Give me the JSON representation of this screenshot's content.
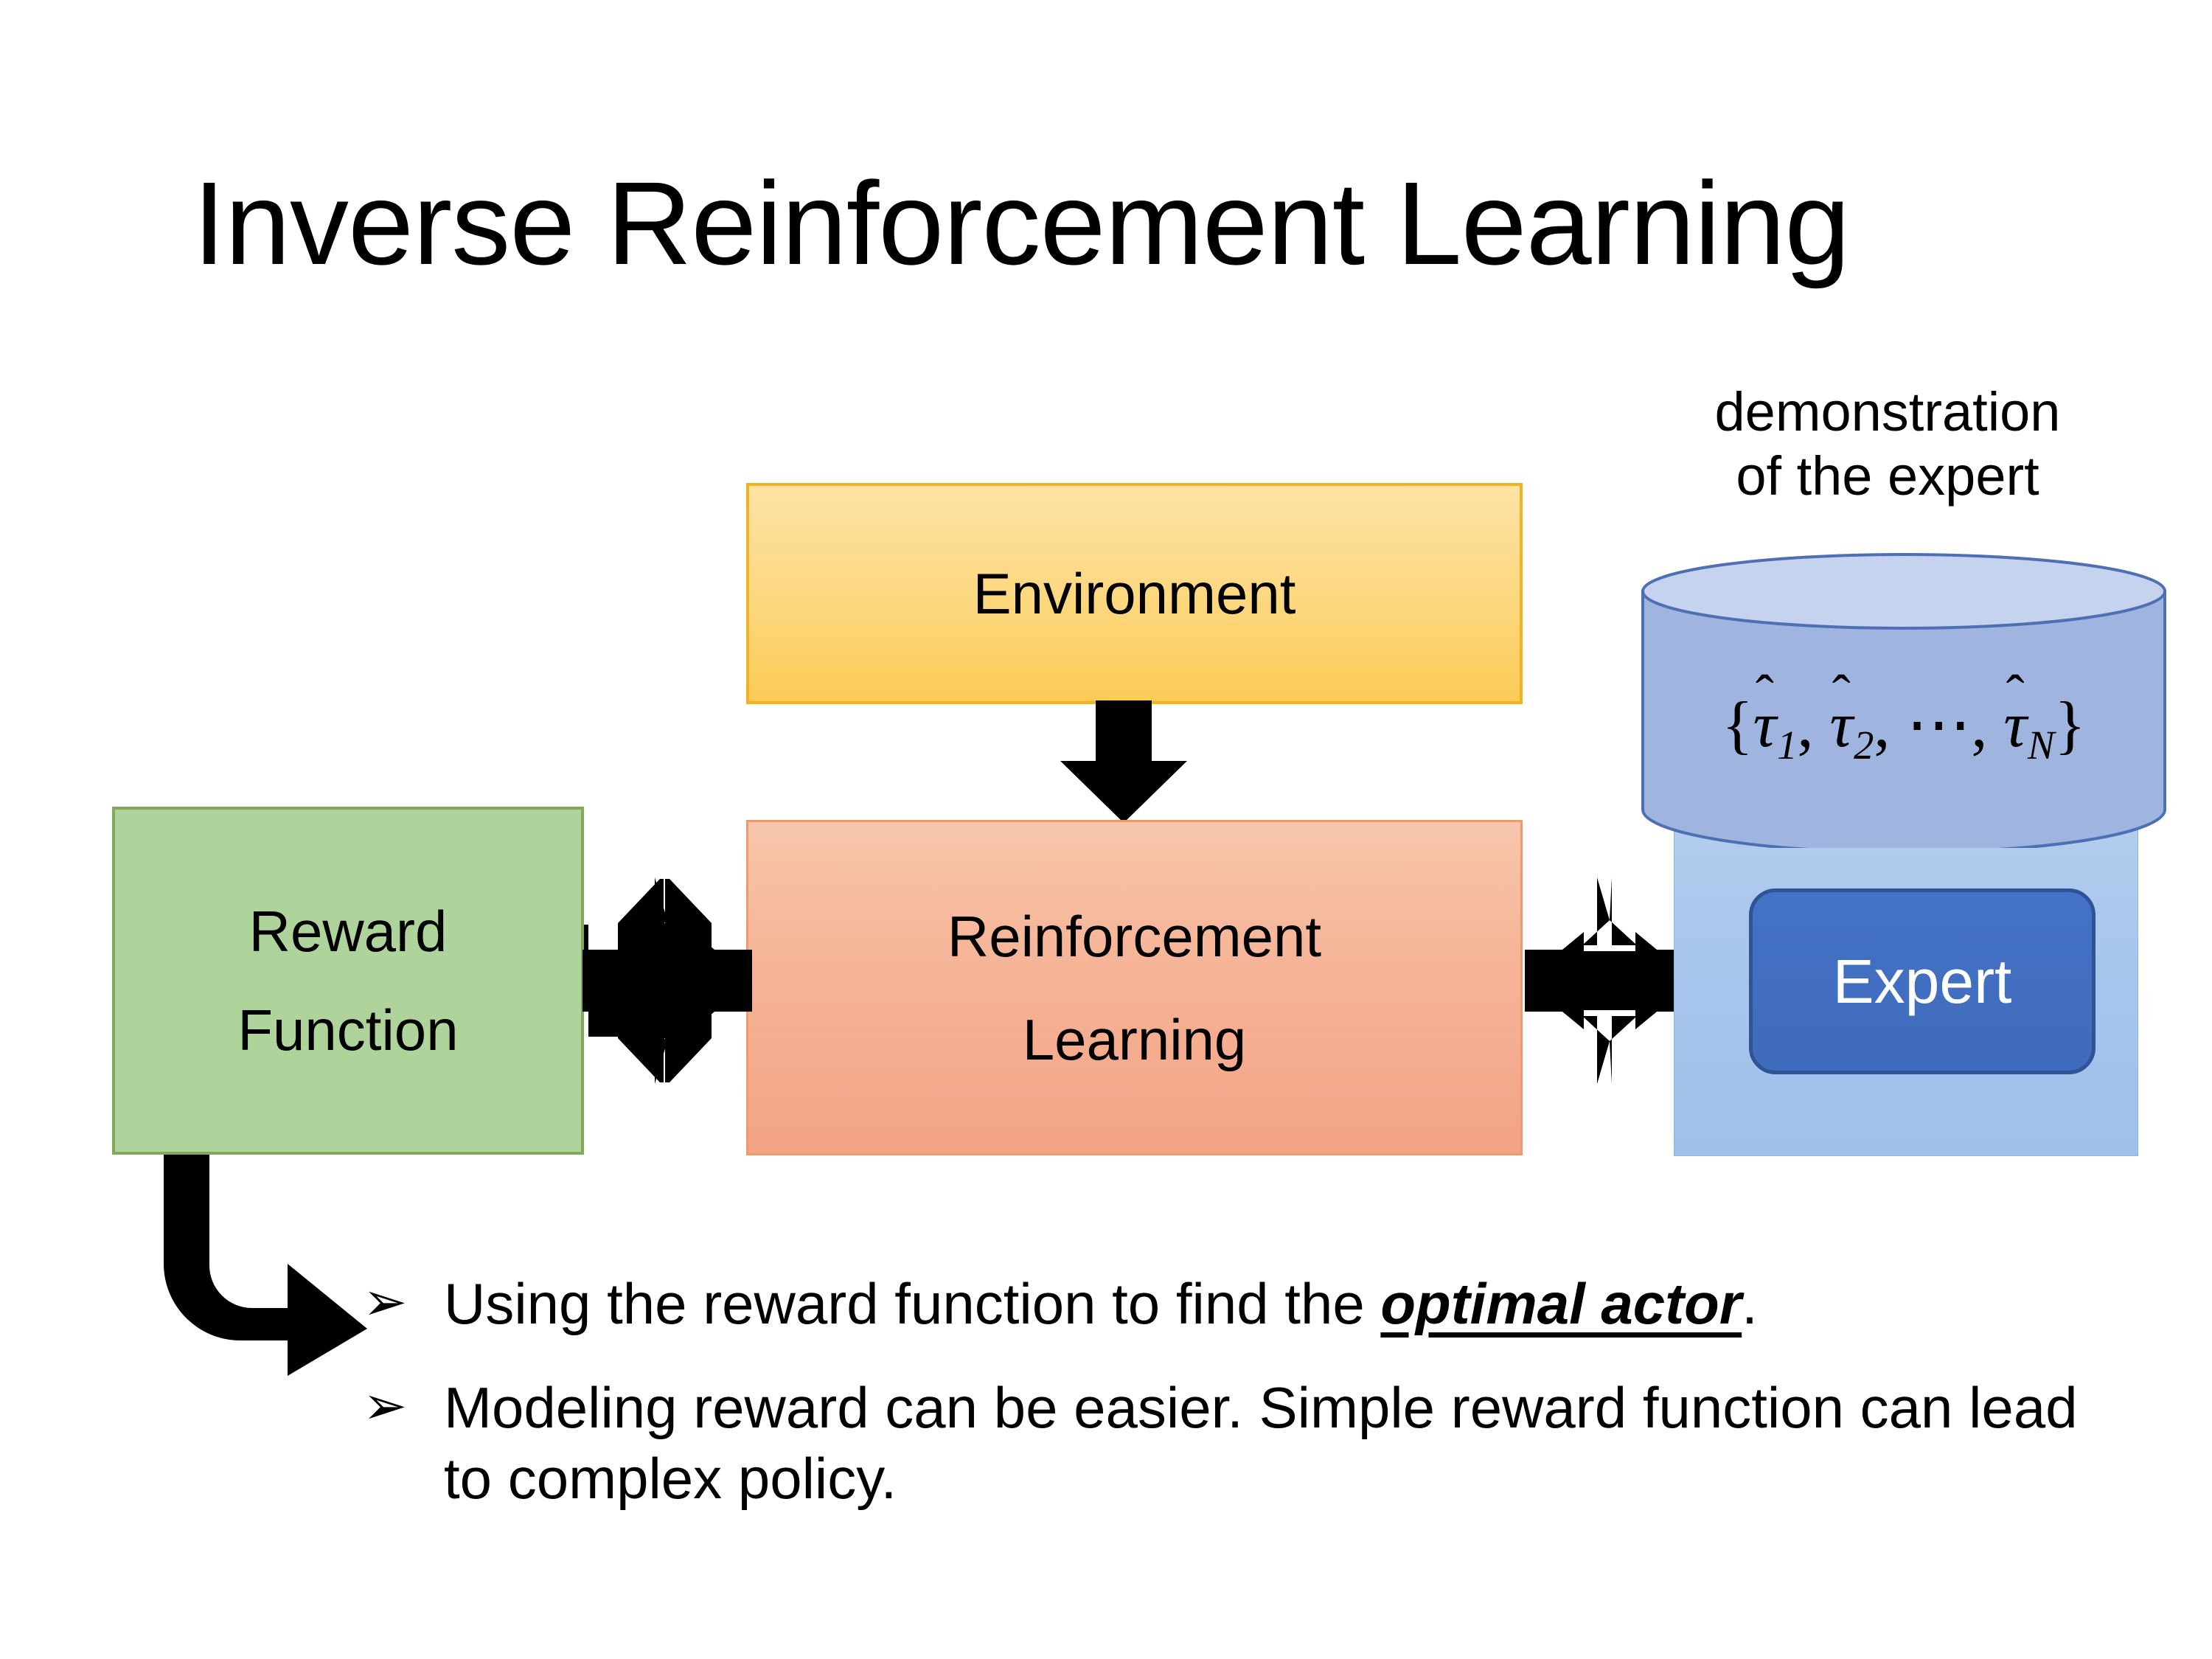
{
  "slide": {
    "title": "Inverse Reinforcement Learning",
    "background_color": "#FFFFFF"
  },
  "diagram": {
    "environment_box": {
      "label": "Environment",
      "fill_top": "#FDE2A6",
      "fill_bottom": "#FBCB56",
      "border_color": "#F0B323"
    },
    "reinforcement_learning_box": {
      "label_line1": "Reinforcement",
      "label_line2": "Learning",
      "fill_top": "#F7C6AC",
      "fill_bottom": "#F4A385",
      "border_color": "#ED9B6E"
    },
    "reward_function_box": {
      "label_line1": "Reward",
      "label_line2": "Function",
      "fill": "#AFD49B",
      "border_color": "#7FA95D"
    },
    "demonstration_caption": {
      "line1": "demonstration",
      "line2": "of the expert"
    },
    "trajectory_cylinder": {
      "formula_open": "{",
      "tau_symbol": "τ",
      "hat_symbol": "̂",
      "sub_1": "1",
      "sub_2": "2",
      "sub_N": "N",
      "comma": ",",
      "ellipsis": "⋯",
      "formula_close": "}",
      "formula_plain": "{τ̂1, τ̂2, ⋯, τ̂N}",
      "body_fill": "#9FB4DE",
      "top_fill": "#C5D3EE",
      "stroke": "#4F6FB5"
    },
    "expert_panel": {
      "fill_top": "#B4CDEE",
      "fill_bottom": "#9FC0EA"
    },
    "expert_button": {
      "label": "Expert",
      "fill": "#4472C4",
      "border_color": "#2F5496",
      "text_color": "#FFFFFF"
    },
    "connectors": {
      "environment_to_rl": "down-arrow",
      "reward_to_rl": "four-way-arrow",
      "rl_to_expert": "four-way-arrow",
      "reward_to_bullets": "elbow-arrow",
      "arrow_color": "#000000"
    }
  },
  "bullets": [
    {
      "marker": "➢",
      "text_before": "Using the reward function to find the ",
      "emphasis": "optimal actor",
      "text_after": "."
    },
    {
      "marker": "➢",
      "text_before": "Modeling reward can be easier. Simple reward function can lead to complex policy.",
      "emphasis": "",
      "text_after": ""
    }
  ]
}
